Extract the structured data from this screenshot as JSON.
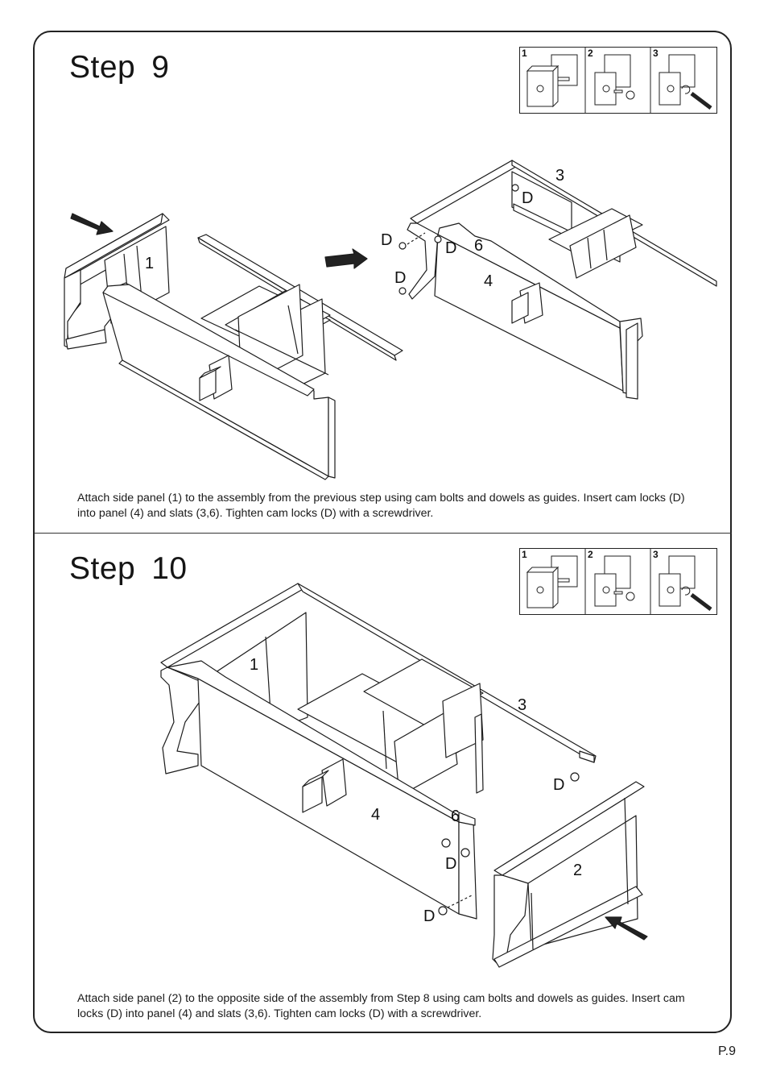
{
  "steps": [
    {
      "title_word": "Step",
      "number": "9",
      "inset_labels": [
        "1",
        "2",
        "3"
      ],
      "callouts": {
        "side_panel": "1",
        "slat_top": "3",
        "slat_mid": "6",
        "front_panel": "4",
        "cam_top": "D",
        "cam_left": "D",
        "cam_mid": "D",
        "cam_low": "D"
      },
      "description": "Attach side panel (1) to the assembly from the previous step using cam bolts and dowels as guides. Insert cam locks (D) into panel (4) and slats (3,6). Tighten cam locks (D) with a screwdriver."
    },
    {
      "title_word": "Step",
      "number": "10",
      "inset_labels": [
        "1",
        "2",
        "3"
      ],
      "callouts": {
        "side_panel_left": "1",
        "slat_top": "3",
        "front_panel": "4",
        "slat_mid": "6",
        "side_panel_right": "2",
        "cam_top": "D",
        "cam_mid": "D",
        "cam_low": "D"
      },
      "description": "Attach side panel (2) to the opposite side of the assembly from Step 8 using cam bolts and dowels as guides. Insert cam locks (D) into panel (4) and slats (3,6). Tighten cam locks (D) with a screwdriver."
    }
  ],
  "page_number": "P.9"
}
